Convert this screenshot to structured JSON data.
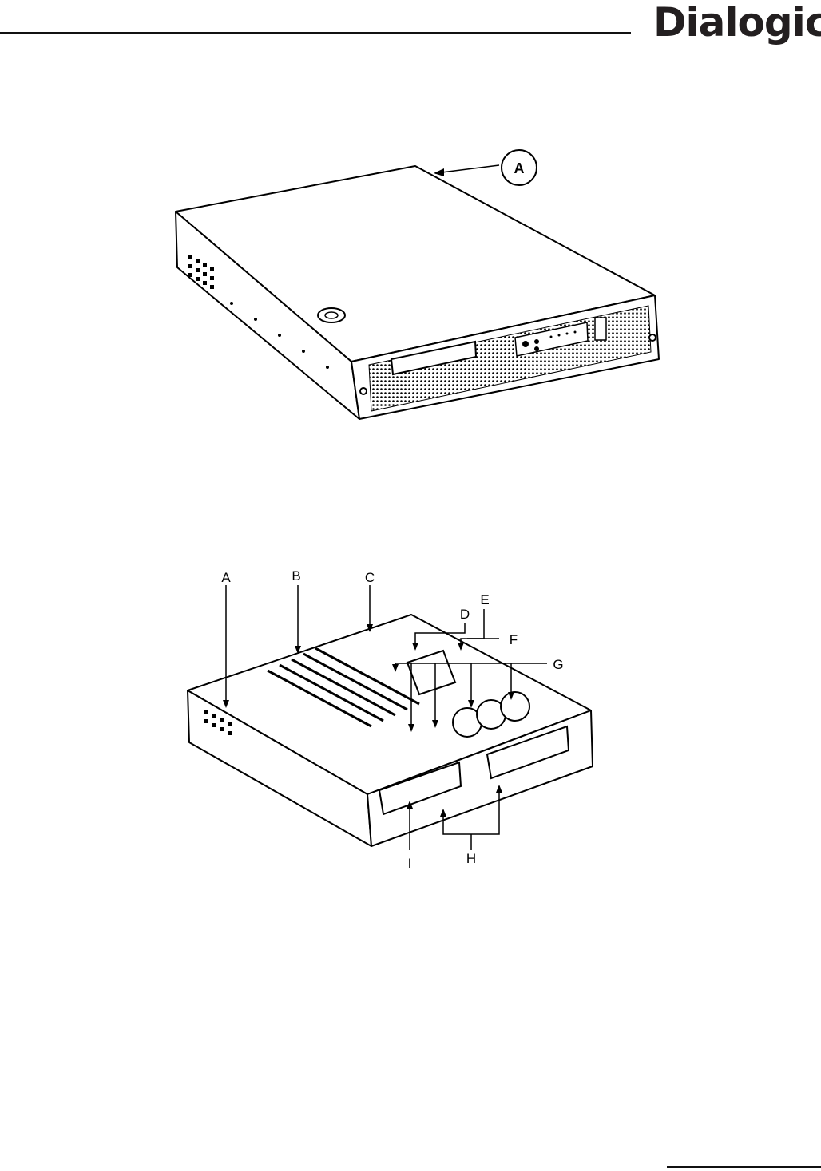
{
  "header": {
    "logo_text": "Dialogic",
    "logo_mark": "®"
  },
  "figure_top": {
    "callout": "A"
  },
  "figure_bottom": {
    "callouts": [
      "A",
      "B",
      "C",
      "D",
      "E",
      "F",
      "G",
      "H",
      "I"
    ]
  },
  "colors": {
    "ink": "#000000",
    "logo": "#231f20"
  }
}
